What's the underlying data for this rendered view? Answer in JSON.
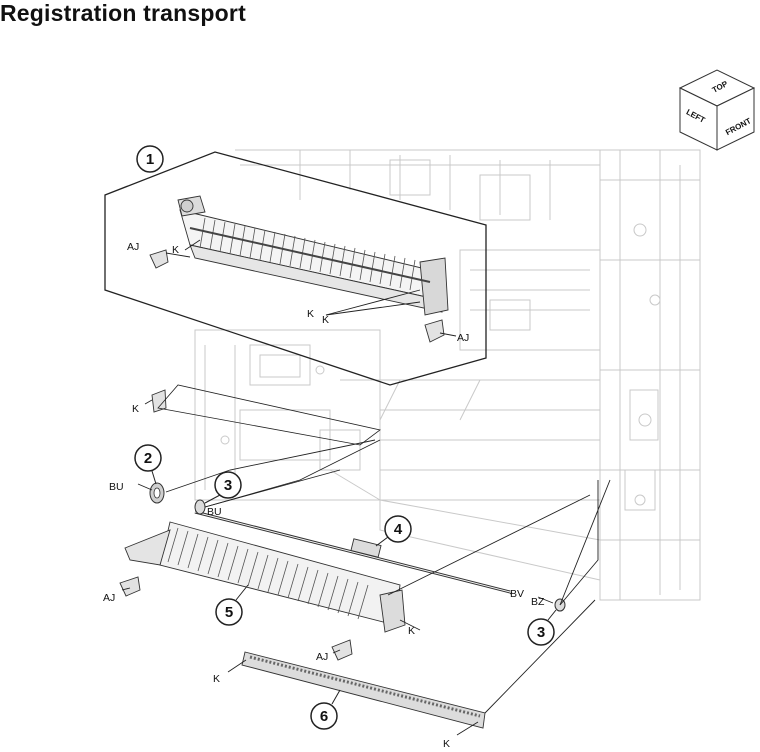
{
  "title": "Registration transport",
  "orientation_cube": {
    "top": "TOP",
    "left": "LEFT",
    "front": "FRONT"
  },
  "callouts": [
    "1",
    "2",
    "3",
    "3",
    "4",
    "5",
    "6"
  ],
  "labels": {
    "aj": "AJ",
    "k": "K",
    "bu": "BU",
    "bv": "BV",
    "bz": "BZ"
  }
}
